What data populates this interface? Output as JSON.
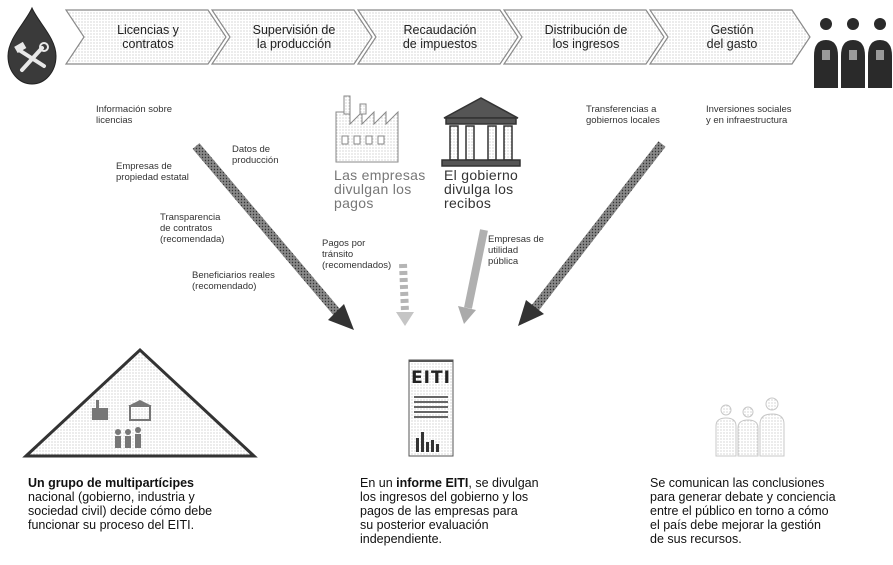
{
  "chain": [
    {
      "line1": "Licencias y",
      "line2": "contratos"
    },
    {
      "line1": "Supervisión de",
      "line2": "la producción"
    },
    {
      "line1": "Recaudación",
      "line2": "de impuestos"
    },
    {
      "line1": "Distribución de",
      "line2": "los ingresos"
    },
    {
      "line1": "Gestión",
      "line2": "del gasto"
    }
  ],
  "notes": {
    "info_licencias": [
      "Información sobre",
      "licencias"
    ],
    "datos_produccion": [
      "Datos de",
      "producción"
    ],
    "empresas_estatal": [
      "Empresas de",
      "propiedad estatal"
    ],
    "transparencia": [
      "Transparencia",
      "de contratos",
      "(recomendada)"
    ],
    "beneficiarios": [
      "Beneficiarios reales",
      "(recomendado)"
    ],
    "pagos_transito": [
      "Pagos por",
      "tránsito",
      "(recomendados)"
    ],
    "empresas_utilidad": [
      "Empresas de",
      "utilidad",
      "pública"
    ],
    "transferencias": [
      "Transferencias a",
      "gobiernos locales"
    ],
    "inversiones": [
      "Inversiones sociales",
      "y en infraestructura"
    ]
  },
  "center_labels": {
    "empresas": [
      "Las empresas",
      "divulgan los",
      "pagos"
    ],
    "gobierno": [
      "El gobierno",
      "divulga los",
      "recibos"
    ]
  },
  "report_title": "EITI",
  "captions": {
    "left": {
      "bold": "Un grupo de multipartícipes",
      "rest": [
        "nacional (gobierno, industria y",
        "sociedad civil) decide cómo debe",
        "funcionar su proceso del EITI."
      ]
    },
    "middle": {
      "pre": "En un ",
      "bold": "informe EITI",
      "post": ", se divulgan",
      "rest": [
        "los ingresos del gobierno y los",
        "pagos de las empresas para",
        "su posterior evaluación",
        "independiente."
      ]
    },
    "right": {
      "lines": [
        "Se comunican las conclusiones",
        "para generar debate y conciencia",
        "entre el público en torno a cómo",
        "el país debe mejorar la gestión",
        "de sus recursos."
      ]
    }
  },
  "colors": {
    "dark": "#2a2a2a",
    "grey": "#9a9a9a",
    "light": "#cfcfcf"
  }
}
